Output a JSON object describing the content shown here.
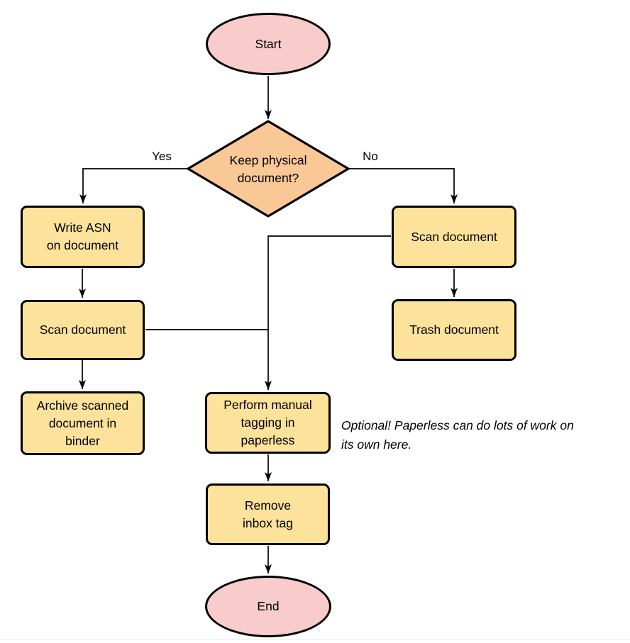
{
  "colors": {
    "process_fill": "#fde29b",
    "terminal_fill": "#f8cccb",
    "decision_fill": "#fac896",
    "stroke": "#000000",
    "bottom_border": "#ededed",
    "background": "#ffffff"
  },
  "flowchart": {
    "nodes": {
      "start": {
        "label": "Start",
        "type": "terminal"
      },
      "decision": {
        "label": "Keep physical\ndocument?",
        "type": "decision"
      },
      "write_asn": {
        "label": "Write ASN\non document",
        "type": "process"
      },
      "scan_left": {
        "label": "Scan document",
        "type": "process"
      },
      "archive": {
        "label": "Archive scanned\ndocument in\nbinder",
        "type": "process"
      },
      "scan_right": {
        "label": "Scan document",
        "type": "process"
      },
      "trash": {
        "label": "Trash document",
        "type": "process"
      },
      "tagging": {
        "label": "Perform manual\ntagging in\npaperless",
        "type": "process"
      },
      "remove_inbox": {
        "label": "Remove\ninbox tag",
        "type": "process"
      },
      "end": {
        "label": "End",
        "type": "terminal"
      }
    },
    "edge_labels": {
      "yes": "Yes",
      "no": "No"
    },
    "note": "Optional! Paperless can do lots of work on\nits own here.",
    "edges": [
      {
        "from": "start",
        "to": "decision"
      },
      {
        "from": "decision",
        "to": "write_asn",
        "label": "Yes"
      },
      {
        "from": "decision",
        "to": "scan_right",
        "label": "No"
      },
      {
        "from": "write_asn",
        "to": "scan_left"
      },
      {
        "from": "scan_left",
        "to": "archive"
      },
      {
        "from": "scan_left",
        "to": "tagging"
      },
      {
        "from": "scan_right",
        "to": "trash"
      },
      {
        "from": "scan_right",
        "to": "tagging"
      },
      {
        "from": "tagging",
        "to": "remove_inbox"
      },
      {
        "from": "remove_inbox",
        "to": "end"
      }
    ]
  }
}
